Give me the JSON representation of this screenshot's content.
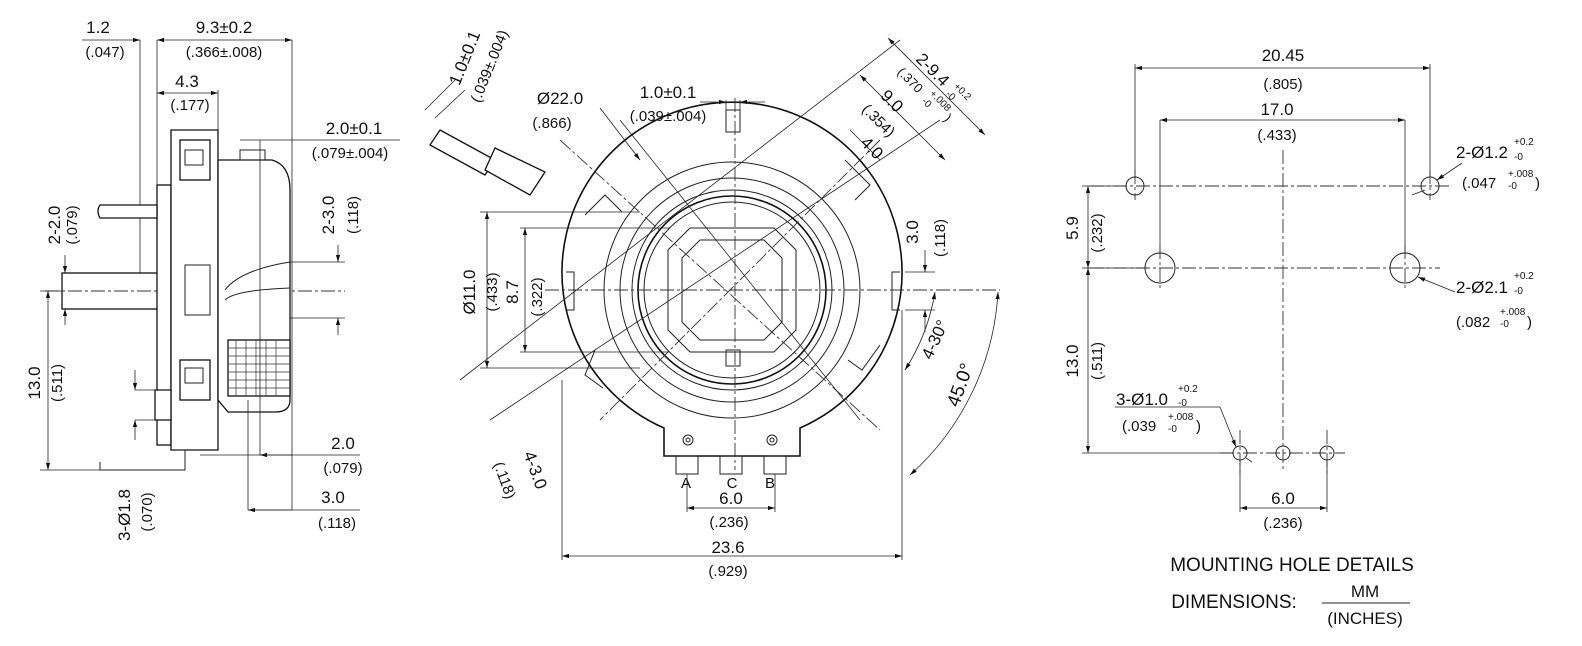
{
  "side_view": {
    "dim_shaft_flat": "1.2",
    "dim_shaft_flat_in": "(.047)",
    "dim_body_depth": "9.3±0.2",
    "dim_body_depth_in": "(.366±.008)",
    "dim_bushing": "4.3",
    "dim_bushing_in": "(.177)",
    "dim_tab_width": "2.0±0.1",
    "dim_tab_width_in": "(.079±.004)",
    "dim_tab_left": "2-2.0",
    "dim_tab_left_in": "(.079)",
    "dim_tab_right": "2-3.0",
    "dim_tab_right_in": "(.118)",
    "dim_height": "13.0",
    "dim_height_in": "(.511)",
    "dim_pin_dia": "3-Ø1.8",
    "dim_pin_dia_in": "(.070)",
    "dim_pin_len1": "2.0",
    "dim_pin_len1_in": "(.079)",
    "dim_pin_len2": "3.0",
    "dim_pin_len2_in": "(.118)"
  },
  "front_view": {
    "dim_shaft": "1.0±0.1",
    "dim_shaft_in": "(.039±.004)",
    "dim_flange_dia": "Ø22.0",
    "dim_flange_dia_in": "(.866)",
    "dim_key": "1.0±0.1",
    "dim_key_in": "(.039±.004)",
    "dim_slot_spacing": "2-9.4",
    "dim_slot_spacing_tol": "+0.2",
    "dim_slot_spacing_tol2": "-0",
    "dim_slot_spacing_in": "(.370",
    "dim_slot_spacing_in_tol": "+.008",
    "dim_slot_spacing_in_tol2": "-0",
    "dim_slot_spacing_in_close": ")",
    "dim_inner_90": "9.0",
    "dim_inner_90_in": "(.354)",
    "dim_slot_40": "4.0",
    "dim_side_30": "3.0",
    "dim_side_30_in": "(.118)",
    "dim_bore": "Ø11.0",
    "dim_bore_in": "(.433)",
    "dim_flat": "8.7",
    "dim_flat_in": "(.322)",
    "dim_angle_30": "4-30°",
    "dim_angle_45": "45.0°",
    "dim_slot_430": "4-3.0",
    "dim_slot_430_in": "(.118)",
    "pin_labels": [
      "A",
      "C",
      "B"
    ],
    "dim_pin_pitch": "6.0",
    "dim_pin_pitch_in": "(.236)",
    "dim_width": "23.6",
    "dim_width_in": "(.929)"
  },
  "mounting": {
    "dim_outer": "20.45",
    "dim_outer_in": "(.805)",
    "dim_inner": "17.0",
    "dim_inner_in": "(.433)",
    "dim_hole_small": "2-Ø1.2",
    "dim_hole_small_tol": "+0.2",
    "dim_hole_small_tol2": "-0",
    "dim_hole_small_in": "(.047",
    "dim_hole_small_in_tol": "+.008",
    "dim_hole_small_in_tol2": "-0",
    "dim_hole_small_in_close": ")",
    "dim_hole_big": "2-Ø2.1",
    "dim_hole_big_tol": "+0.2",
    "dim_hole_big_tol2": "-0",
    "dim_hole_big_in": "(.082",
    "dim_hole_big_in_tol": "+.008",
    "dim_hole_big_in_tol2": "-0",
    "dim_hole_big_in_close": ")",
    "dim_v_59": "5.9",
    "dim_v_59_in": "(.232)",
    "dim_v_130": "13.0",
    "dim_v_130_in": "(.511)",
    "dim_pin_holes": "3-Ø1.0",
    "dim_pin_holes_tol": "+0.2",
    "dim_pin_holes_tol2": "-0",
    "dim_pin_holes_in": "(.039",
    "dim_pin_holes_in_tol": "+.008",
    "dim_pin_holes_in_tol2": "-0",
    "dim_pin_holes_in_close": ")",
    "dim_pin_pitch": "6.0",
    "dim_pin_pitch_in": "(.236)",
    "title": "MOUNTING HOLE DETAILS",
    "units_label": "DIMENSIONS:",
    "units_mm": "MM",
    "units_in": "(INCHES)"
  }
}
